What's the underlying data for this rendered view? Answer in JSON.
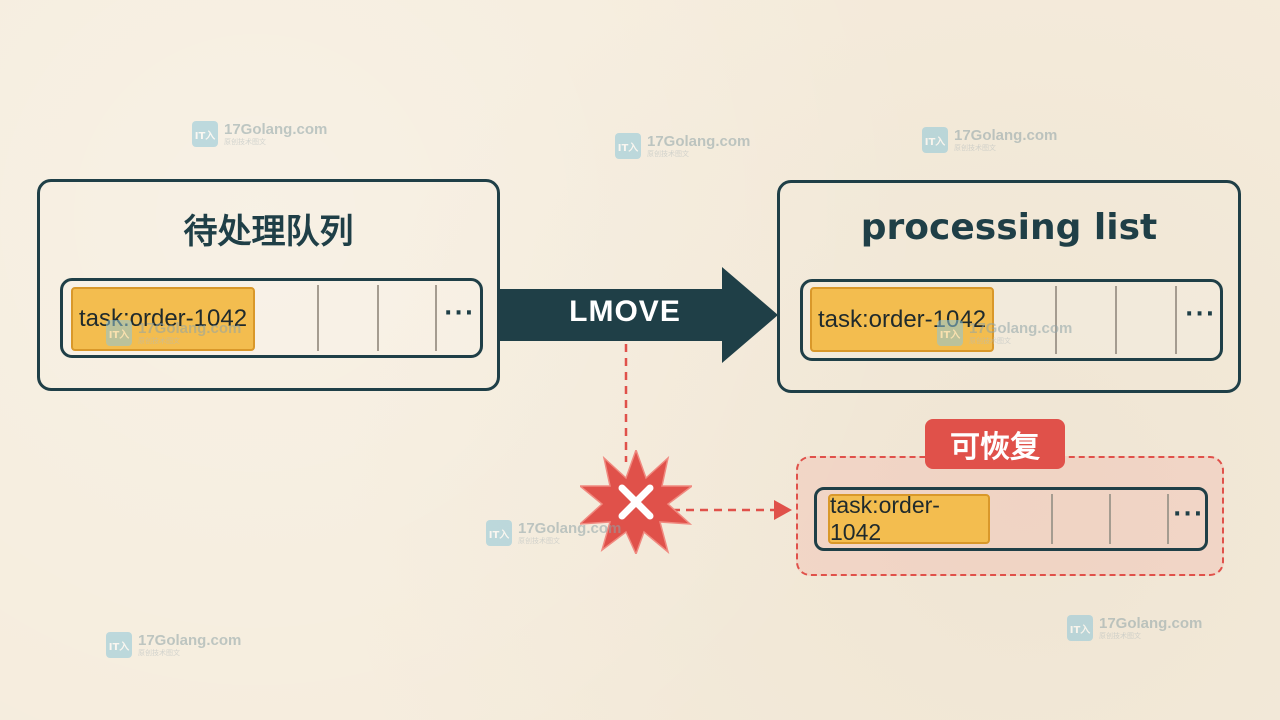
{
  "source_queue": {
    "title": "待处理队列",
    "task": "task:order-1042",
    "more": "···"
  },
  "operation": {
    "label": "LMOVE"
  },
  "target_list": {
    "title": "processing list",
    "task": "task:order-1042",
    "more": "···"
  },
  "recovery": {
    "badge": "可恢复",
    "task": "task:order-1042",
    "more": "···"
  },
  "failure": {
    "icon": "crash-x-icon"
  },
  "watermark": {
    "site": "17Golang.com",
    "subtitle": "原创技术图文",
    "logo_text": "IT入"
  },
  "colors": {
    "dark_teal": "#1f3f47",
    "task_yellow": "#f3bd4f",
    "alert_red": "#e0514a",
    "background": "#f5ecdc"
  }
}
